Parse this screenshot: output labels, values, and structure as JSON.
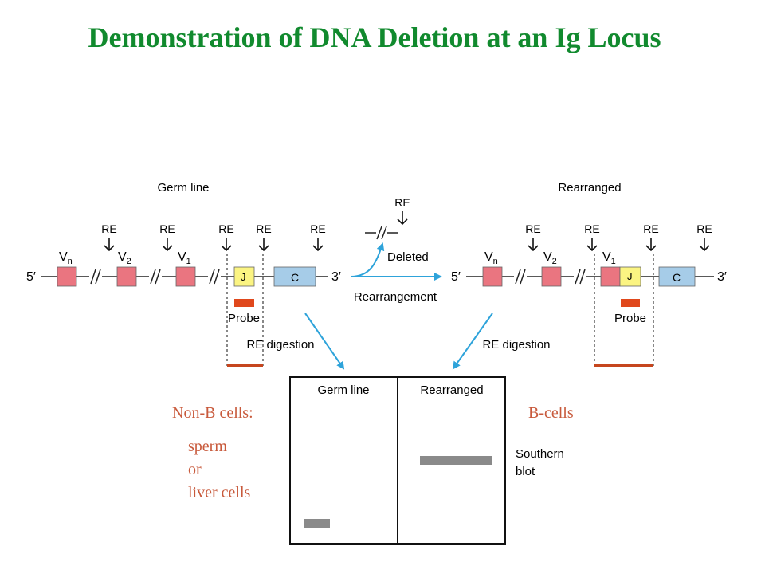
{
  "title": "Demonstration of DNA Deletion at an Ig Locus",
  "germline": {
    "heading": "Germ line",
    "five_prime": "5′",
    "three_prime": "3′",
    "re_label": "RE",
    "segments": {
      "vn": "V",
      "vn_sub": "n",
      "v2": "V",
      "v2_sub": "2",
      "v1": "V",
      "v1_sub": "1",
      "j": "J",
      "c": "C"
    },
    "probe": "Probe",
    "digestion": "RE digestion"
  },
  "rearrangement": {
    "deleted": "Deleted",
    "re_label": "RE",
    "arrow_label": "Rearrangement"
  },
  "rearranged": {
    "heading": "Rearranged",
    "five_prime": "5′",
    "three_prime": "3′",
    "re_label": "RE",
    "segments": {
      "vn": "V",
      "vn_sub": "n",
      "v2": "V",
      "v2_sub": "2",
      "v1": "V",
      "v1_sub": "1",
      "j": "J",
      "c": "C"
    },
    "probe": "Probe",
    "digestion": "RE digestion"
  },
  "blot": {
    "lane1": "Germ line",
    "lane2": "Rearranged",
    "caption_line1": "Southern",
    "caption_line2": "blot"
  },
  "labels": {
    "non_b": "Non-B cells:",
    "b_cells": "B-cells",
    "sperm": "sperm",
    "or": "or",
    "liver": "liver cells"
  },
  "colors": {
    "title": "#118a2e",
    "v_segment": "#ea7580",
    "j_segment": "#fbf482",
    "c_segment": "#a6cce8",
    "probe": "#e0481c",
    "arrow": "#2ea3da",
    "band": "#8a8a8a",
    "cell_label": "#c85a3c"
  }
}
